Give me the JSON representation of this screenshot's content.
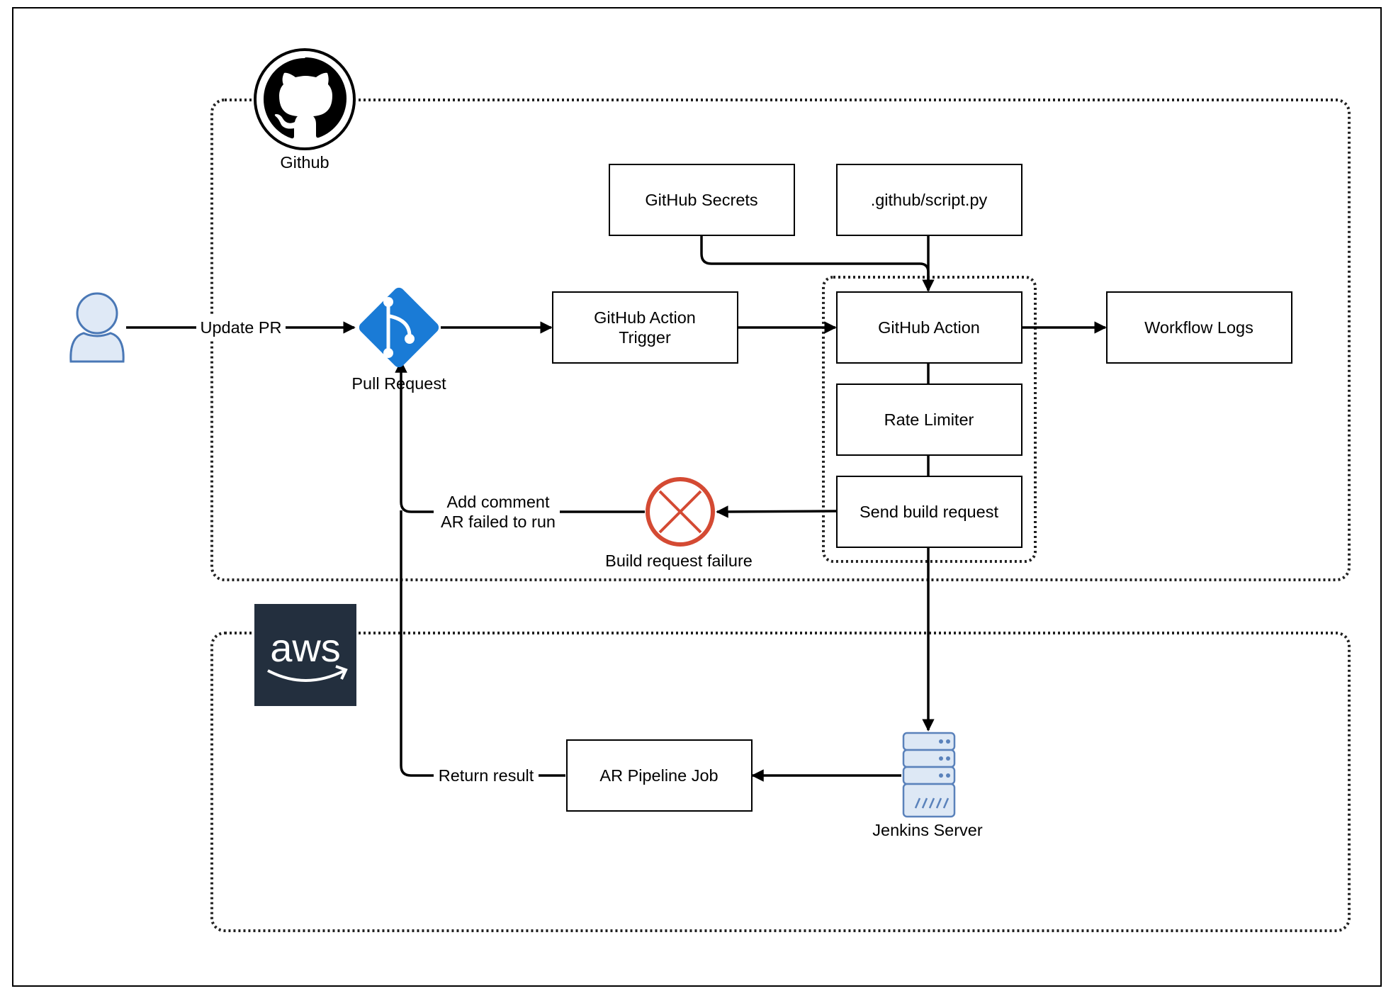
{
  "groups": {
    "github": {
      "label": "Github"
    },
    "aws": {
      "logo_text": "aws"
    }
  },
  "nodes": {
    "user": {
      "icon": "user-icon"
    },
    "pull_request": {
      "label": "Pull Request",
      "icon": "git-branch-icon"
    },
    "action_trigger": {
      "line1": "GitHub Action",
      "line2": "Trigger"
    },
    "secrets": {
      "label": "GitHub Secrets"
    },
    "script": {
      "label": ".github/script.py"
    },
    "github_action": {
      "label": "GitHub Action"
    },
    "rate_limiter": {
      "label": "Rate Limiter"
    },
    "send_build": {
      "label": "Send build request"
    },
    "workflow_logs": {
      "label": "Workflow Logs"
    },
    "build_failure": {
      "label": "Build request failure",
      "icon": "error-cross-icon"
    },
    "jenkins": {
      "label": "Jenkins Server",
      "icon": "server-icon"
    },
    "ar_job": {
      "label": "AR Pipeline Job"
    }
  },
  "edges": {
    "update_pr": "Update PR",
    "add_comment_1": "Add comment",
    "add_comment_2": "AR failed to run",
    "return_result": "Return result"
  },
  "colors": {
    "git_blue": "#1a7bd6",
    "error_red": "#d44a33",
    "user_blue": "#4a78b6",
    "user_fill": "#dfe9f6",
    "server_fill": "#dde8f5",
    "server_stroke": "#5a82bb",
    "aws_bg": "#232f3e",
    "aws_orange": "#ffffff"
  }
}
